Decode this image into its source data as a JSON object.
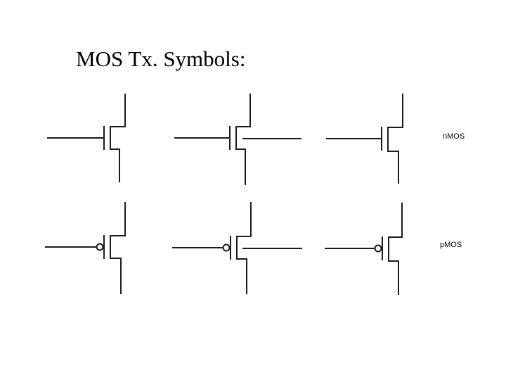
{
  "title": "MOS Tx. Symbols:",
  "rows": [
    {
      "label": "nMOS"
    },
    {
      "label": "pMOS"
    }
  ],
  "colors": {
    "line": "#1c1c1c",
    "background": "#ffffff"
  }
}
